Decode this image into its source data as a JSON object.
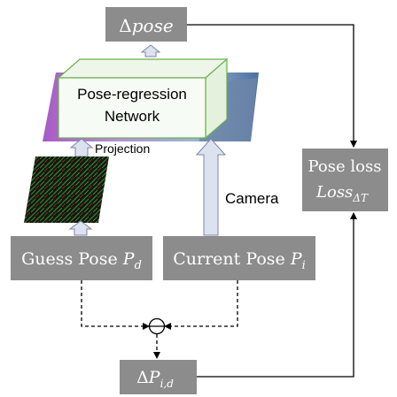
{
  "colors": {
    "box_fill": "#8c8c8c",
    "box_text": "#ffffff",
    "arrow_fill": "#dde2ef",
    "arrow_stroke": "#7c86a6",
    "cube_edge": "#6ab04c",
    "line": "#000000"
  },
  "nodes": {
    "delta_pose": {
      "prefix": "Δ",
      "main": "pose"
    },
    "network": {
      "line1": "Pose-regression",
      "line2": "Network"
    },
    "projection": "Projection",
    "camera": "Camera",
    "guess_pose": {
      "label": "Guess Pose ",
      "var": "P",
      "sub": "d"
    },
    "current_pose": {
      "label": "Current Pose ",
      "var": "P",
      "sub": "i"
    },
    "pose_loss": {
      "line1": "Pose loss",
      "var": "Loss",
      "sub": "ΔT"
    },
    "delta_p": {
      "prefix": "Δ",
      "var": "P",
      "sub": "i,d"
    }
  },
  "operator": "minus-circle"
}
